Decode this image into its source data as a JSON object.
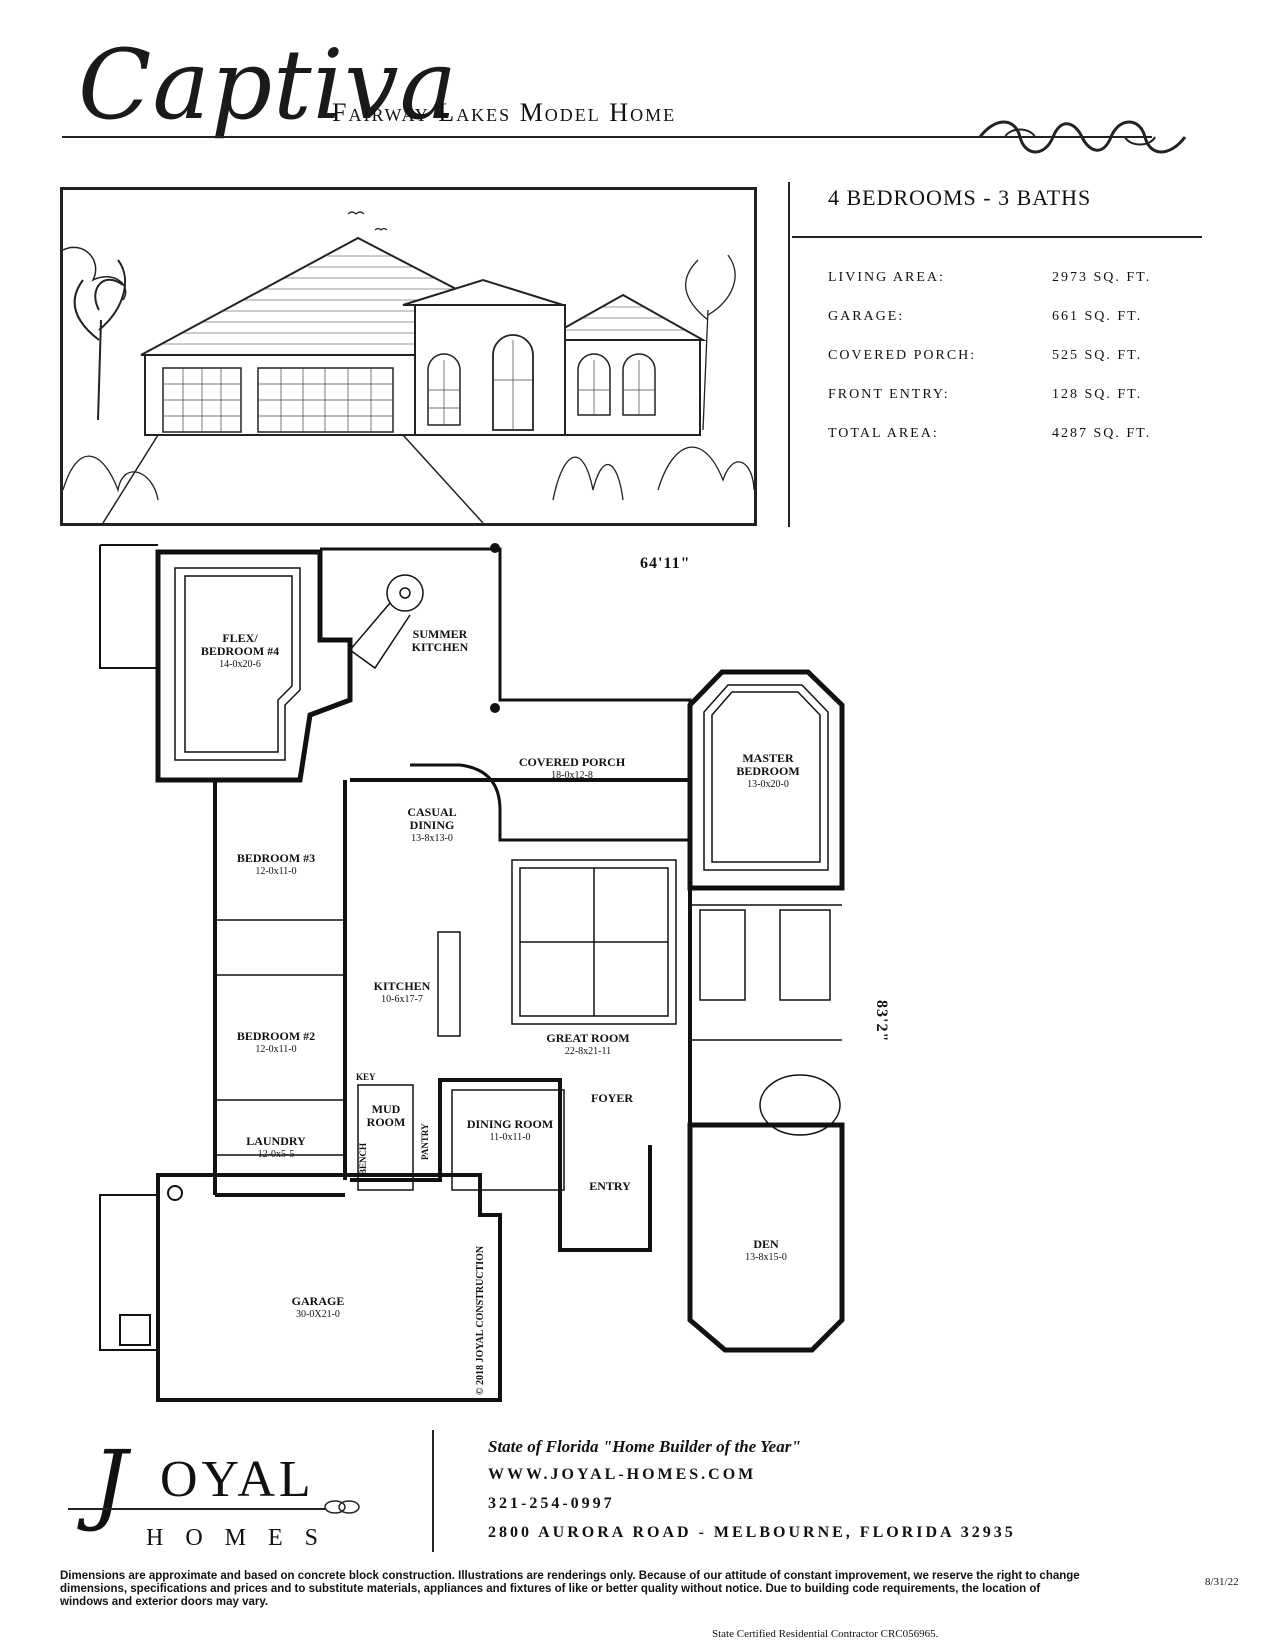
{
  "header": {
    "model_name": "Captiva",
    "subtitle": "Fairway Lakes Model Home"
  },
  "specs": {
    "headline": "4 BEDROOMS - 3 BATHS",
    "rows": [
      {
        "label": "LIVING AREA:",
        "value": "2973 SQ. FT."
      },
      {
        "label": "GARAGE:",
        "value": "661 SQ. FT."
      },
      {
        "label": "COVERED PORCH:",
        "value": "525 SQ. FT."
      },
      {
        "label": "FRONT ENTRY:",
        "value": "128 SQ. FT."
      },
      {
        "label": "TOTAL AREA:",
        "value": "4287 SQ. FT."
      }
    ]
  },
  "plan": {
    "width_dim": "64'11\"",
    "depth_dim": "83'2\"",
    "copyright": "© 2018 JOYAL CONSTRUCTION",
    "rooms": {
      "flex": {
        "name1": "FLEX/",
        "name2": "BEDROOM #4",
        "dim": "14-0x20-6"
      },
      "summer": {
        "name1": "SUMMER",
        "name2": "KITCHEN"
      },
      "porch": {
        "name": "COVERED PORCH",
        "dim": "18-0x12-8"
      },
      "master": {
        "name1": "MASTER",
        "name2": "BEDROOM",
        "dim": "13-0x20-0"
      },
      "casual": {
        "name1": "CASUAL",
        "name2": "DINING",
        "dim": "13-8x13-0"
      },
      "bed3": {
        "name": "BEDROOM #3",
        "dim": "12-0x11-0"
      },
      "kitchen": {
        "name": "KITCHEN",
        "dim": "10-6x17-7"
      },
      "great": {
        "name": "GREAT ROOM",
        "dim": "22-8x21-11"
      },
      "bed2": {
        "name": "BEDROOM #2",
        "dim": "12-0x11-0"
      },
      "mud": {
        "name1": "MUD",
        "name2": "ROOM"
      },
      "dining": {
        "name": "DINING ROOM",
        "dim": "11-0x11-0"
      },
      "foyer": {
        "name": "FOYER"
      },
      "laundry": {
        "name": "LAUNDRY",
        "dim": "12-0x5-5"
      },
      "entry": {
        "name": "ENTRY"
      },
      "den": {
        "name": "DEN",
        "dim": "13-8x15-0"
      },
      "garage": {
        "name": "GARAGE",
        "dim": "30-0X21-0"
      },
      "bench": "BENCH",
      "pantry": "PANTRY",
      "key": "KEY"
    }
  },
  "footer": {
    "logo_j": "J",
    "logo_word": "OYAL",
    "logo_homes": "HOMES",
    "tagline": "State of Florida \"Home Builder of the Year\"",
    "website": "WWW.JOYAL-HOMES.COM",
    "phone": "321-254-0997",
    "address": "2800 AURORA ROAD - MELBOURNE, FLORIDA 32935",
    "disclaimer": "Dimensions are approximate and based on concrete block construction. Illustrations are renderings only. Because of our attitude of constant improvement, we reserve the right to change dimensions, specifications and prices and to substitute materials, appliances and fixtures of like or better quality without notice. Due to building code requirements, the location of windows and exterior doors may vary.",
    "license": "State Certified Residential Contractor CRC056965.",
    "date": "8/31/22"
  }
}
